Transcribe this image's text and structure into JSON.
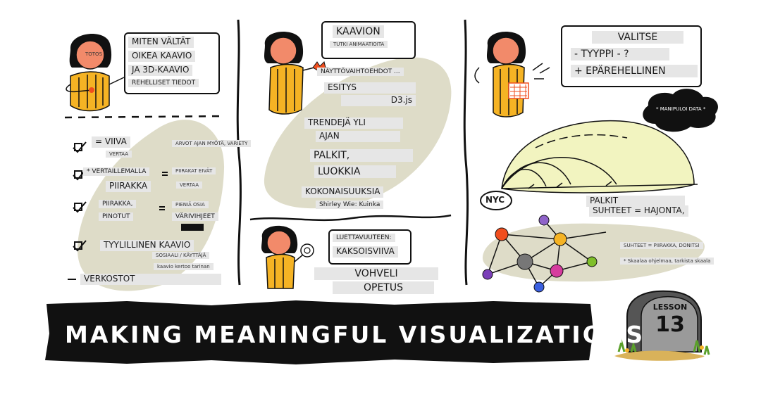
{
  "banner": {
    "title": "MAKING MEANINGFUL VISUALIZATIONS"
  },
  "lesson_stone": {
    "word": "LESSON",
    "number": "13"
  },
  "panel_left": {
    "bubble_lines": [
      "MITEN VÄLTÄT",
      "OIKEA KAAVIO",
      "JA 3D-KAAVIO",
      "REHELLISET TIEDOT"
    ],
    "face_label": "TOTOS",
    "items": [
      {
        "main": "= VIIVA",
        "sub": "VERTAA",
        "note": "ARVOT AJAN MYÖTÄ, VARIETY"
      },
      {
        "main": "* VERTAILLEMALLA",
        "sub": "PIIRAKKA",
        "note": "PIIRAKAT EIVÄT",
        "note2": "VERTAA"
      },
      {
        "main": "PIIRAKKA,",
        "sub": "PINOTUT",
        "note": "PIENIÄ OSIA",
        "note2": "VÄRIVIHJEET"
      },
      {
        "main": "TYYLILLINEN KAAVIO",
        "sub": "",
        "note": "SOSIAALI / KÄYTTÄJÄ",
        "note2": "kaavio kertoo tarinan"
      },
      {
        "main": "VERKOSTOT",
        "sub": "",
        "note": "",
        "note2": ""
      }
    ]
  },
  "panel_middle": {
    "bubble_title": "KAAVION",
    "bubble_sub": "TUTKI ANIMAATIOITA",
    "lines": [
      "NÄYTTÖVAIHTOEHDOT ...",
      "ESITYS",
      "D3.js",
      "TRENDEJÄ YLI",
      "AJAN",
      "PALKIT,",
      "LUOKKIA",
      "KOKONAISUUKSIA",
      "Shirley Wie: Kuinka"
    ],
    "bottom_bubble": [
      "LUETTAVUUTEEN:",
      "KAKSOISVIIVA"
    ],
    "bottom_lines": [
      "VOHVELI",
      "OPETUS"
    ]
  },
  "panel_right": {
    "bubble_lines": [
      "VALITSE",
      "- TYYPPI - ?",
      "+ EPÄREHELLINEN"
    ],
    "cloud": "* MANIPULOI DATA *",
    "nyc": "NYC",
    "palkit": "PALKIT",
    "suhteet": "SUHTEET = HAJONTA,",
    "notes": [
      "SUHTEET = PIIRAKKA, DONITSI",
      "* Skaalaa ohjelmaa, tarkista skaala"
    ]
  },
  "colors": {
    "yellow": "#f5b324",
    "skin": "#f28a6a",
    "olive": "#dedcc8",
    "lime": "#f2f4c0",
    "banner": "#111111",
    "net_nodes": [
      "#f04e1e",
      "#f5b324",
      "#8f63c9",
      "#7b3fb8",
      "#7fbf2a",
      "#d63c9e",
      "#3a5fe0",
      "#777777"
    ]
  }
}
